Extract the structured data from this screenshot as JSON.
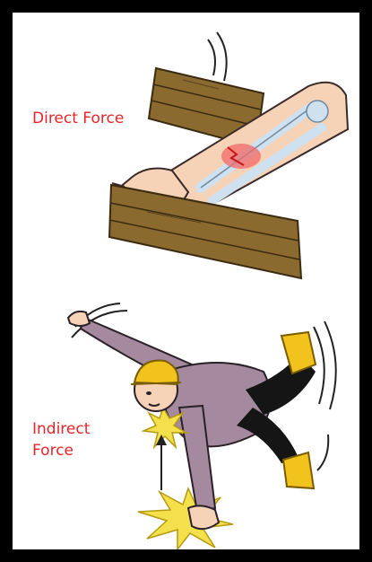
{
  "labels": {
    "direct_force": "Direct Force",
    "indirect_force_line1": "Indirect",
    "indirect_force_line2": "Force"
  },
  "colors": {
    "frame": "#000000",
    "background": "#ffffff",
    "label_text": "#e8242a",
    "wood": "#8b6a2f",
    "skin": "#f6d2b6",
    "bone": "#cfe0ee",
    "helmet_boots": "#f2c21d",
    "shirt": "#a4899f",
    "pants": "#151515",
    "impact": "#f4e04a"
  }
}
